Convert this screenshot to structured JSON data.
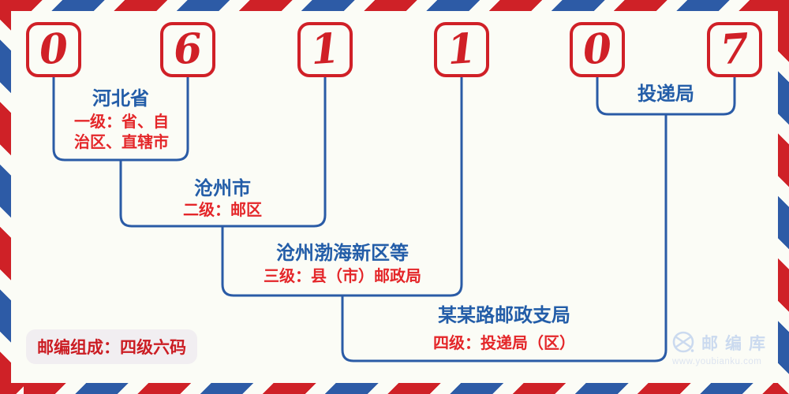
{
  "postal_code": {
    "digits": [
      "0",
      "6",
      "1",
      "1",
      "0",
      "7"
    ]
  },
  "levels": [
    {
      "region": "河北省",
      "description": "一级：省、自治区、直辖市"
    },
    {
      "region": "沧州市",
      "description": "二级：邮区"
    },
    {
      "region": "沧州渤海新区等",
      "description": "三级：县（市）邮政局"
    },
    {
      "region": "某某路邮政支局",
      "description": "四级：投递局（区）"
    },
    {
      "region": "投递局"
    }
  ],
  "footer": {
    "badge_label": "邮编组成：四级六码"
  },
  "watermark": {
    "site_name": "邮编库",
    "site_url": "www.youbianku.com"
  },
  "colors": {
    "digit_red": "#d02027",
    "subtitle_red": "#e42629",
    "line_blue": "#2a5ba6",
    "title_blue": "#235da8",
    "stripe_red": "#cf2127",
    "stripe_blue": "#2d5ba6",
    "background": "#fbfcf6",
    "badge_background": "#f1eef1",
    "watermark_blue": "#cbdaef"
  }
}
